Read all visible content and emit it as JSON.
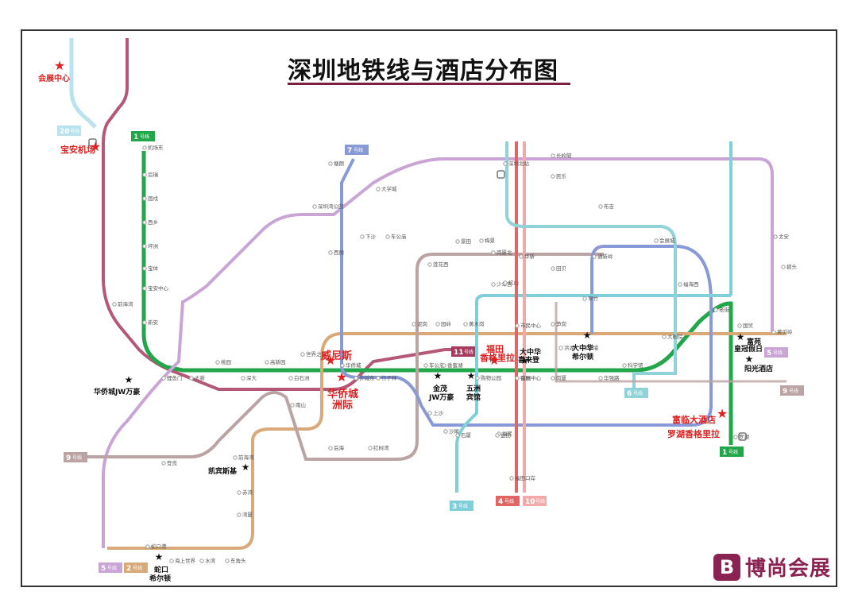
{
  "title": "深圳地铁线与酒店分布图",
  "logo": {
    "mark": "B",
    "text": "博尚会展"
  },
  "colors": {
    "line1": "#21a64a",
    "line2": "#d9a97a",
    "line3": "#7fcfdb",
    "line4": "#e06666",
    "line5": "#c9a5d6",
    "line6": "#8fd3d8",
    "line7": "#8899d8",
    "line9": "#bca3a3",
    "line10": "#f1a9a9",
    "line11": "#a83a5e",
    "line20": "#b8e2ee",
    "red": "#e02020"
  },
  "line_badges": [
    {
      "id": "b20",
      "number": "20",
      "label": "号线"
    },
    {
      "id": "b1top",
      "number": "1",
      "label": "号线"
    },
    {
      "id": "b7",
      "number": "7",
      "label": "号线"
    },
    {
      "id": "b11",
      "number": "11",
      "label": "号线"
    },
    {
      "id": "b6",
      "number": "6",
      "label": "号线"
    },
    {
      "id": "b5r",
      "number": "5",
      "label": "号线"
    },
    {
      "id": "b9r",
      "number": "9",
      "label": "号线"
    },
    {
      "id": "b1bot",
      "number": "1",
      "label": "号线"
    },
    {
      "id": "b9l",
      "number": "9",
      "label": "号线"
    },
    {
      "id": "b5l",
      "number": "5",
      "label": "号线"
    },
    {
      "id": "b2",
      "number": "2",
      "label": "号线"
    },
    {
      "id": "b3",
      "number": "3",
      "label": "号线"
    },
    {
      "id": "b4",
      "number": "4",
      "label": "号线"
    },
    {
      "id": "b10",
      "number": "10",
      "label": "号线"
    }
  ],
  "hotels": [
    {
      "id": "h-venue",
      "name": "会展中心",
      "color": "red"
    },
    {
      "id": "h-airport",
      "name": "宝安机场",
      "color": "red"
    },
    {
      "id": "h-venice",
      "name": "威尼斯",
      "color": "red"
    },
    {
      "id": "h-octcity",
      "name": "华侨城",
      "color": "red"
    },
    {
      "id": "h-octcity2",
      "name": "洲际",
      "color": "red"
    },
    {
      "id": "h-futian",
      "name": "福田",
      "color": "red"
    },
    {
      "id": "h-futian2",
      "name": "香格里拉",
      "color": "red"
    },
    {
      "id": "h-fulin",
      "name": "富临大酒店",
      "color": "red"
    },
    {
      "id": "h-luohu",
      "name": "罗湖香格里拉",
      "color": "red"
    },
    {
      "id": "h-jw",
      "name": "华侨城JW万豪",
      "color": "black"
    },
    {
      "id": "h-jinmao",
      "name": "金茂",
      "color": "black"
    },
    {
      "id": "h-jinmao2",
      "name": "JW万豪",
      "color": "black"
    },
    {
      "id": "h-wuzhou",
      "name": "五洲",
      "color": "black"
    },
    {
      "id": "h-wuzhou2",
      "name": "宾馆",
      "color": "black"
    },
    {
      "id": "h-dazhonghua",
      "name": "大中华",
      "color": "black"
    },
    {
      "id": "h-dazhonghua2",
      "name": "喜来登",
      "color": "black"
    },
    {
      "id": "h-dzh-hilton",
      "name": "大中华",
      "color": "black"
    },
    {
      "id": "h-dzh-hilton2",
      "name": "希尔顿",
      "color": "black"
    },
    {
      "id": "h-fuyuan",
      "name": "富苑",
      "color": "black"
    },
    {
      "id": "h-fuyuan2",
      "name": "皇冠假日",
      "color": "black"
    },
    {
      "id": "h-yangguang",
      "name": "阳光酒店",
      "color": "black"
    },
    {
      "id": "h-kempinski",
      "name": "凯宾斯基",
      "color": "black"
    },
    {
      "id": "h-shekou",
      "name": "蛇口",
      "color": "black"
    },
    {
      "id": "h-shekou2",
      "name": "希尔顿",
      "color": "black"
    }
  ],
  "stations": [
    {
      "id": "s1",
      "name": "机场东"
    },
    {
      "id": "s2",
      "name": "后瑞"
    },
    {
      "id": "s3",
      "name": "固戍"
    },
    {
      "id": "s4",
      "name": "西乡"
    },
    {
      "id": "s5",
      "name": "坪洲"
    },
    {
      "id": "s6",
      "name": "宝体"
    },
    {
      "id": "s7",
      "name": "宝安中心"
    },
    {
      "id": "s8",
      "name": "新安"
    },
    {
      "id": "s9",
      "name": "前海湾"
    },
    {
      "id": "s10",
      "name": "鲤鱼门"
    },
    {
      "id": "s11",
      "name": "大新"
    },
    {
      "id": "s12",
      "name": "桃园"
    },
    {
      "id": "s13",
      "name": "深大"
    },
    {
      "id": "s14",
      "name": "高新园"
    },
    {
      "id": "s15",
      "name": "白石洲"
    },
    {
      "id": "s16",
      "name": "世界之窗"
    },
    {
      "id": "s17",
      "name": "华侨城"
    },
    {
      "id": "s18",
      "name": "侨城东"
    },
    {
      "id": "s19",
      "name": "竹子林"
    },
    {
      "id": "s20",
      "name": "车公庙"
    },
    {
      "id": "s21",
      "name": "香蜜湖"
    },
    {
      "id": "s22",
      "name": "购物公园"
    },
    {
      "id": "s23",
      "name": "会展中心"
    },
    {
      "id": "s24",
      "name": "岗厦"
    },
    {
      "id": "s25",
      "name": "华强路"
    },
    {
      "id": "s26",
      "name": "科学馆"
    },
    {
      "id": "s27",
      "name": "大剧院"
    },
    {
      "id": "s28",
      "name": "老街"
    },
    {
      "id": "s29",
      "name": "国贸"
    },
    {
      "id": "s30",
      "name": "罗湖"
    },
    {
      "id": "s31",
      "name": "福田口岸"
    },
    {
      "id": "s32",
      "name": "福民"
    },
    {
      "id": "s33",
      "name": "少年宫"
    },
    {
      "id": "s34",
      "name": "市民中心"
    },
    {
      "id": "s35",
      "name": "福田"
    },
    {
      "id": "s36",
      "name": "上沙"
    },
    {
      "id": "s37",
      "name": "沙尾"
    },
    {
      "id": "s38",
      "name": "石厦"
    },
    {
      "id": "s39",
      "name": "益田"
    },
    {
      "id": "s40",
      "name": "红树湾"
    },
    {
      "id": "s41",
      "name": "后海"
    },
    {
      "id": "s42",
      "name": "南山"
    },
    {
      "id": "s43",
      "name": "前海湾"
    },
    {
      "id": "s44",
      "name": "蛇口港"
    },
    {
      "id": "s45",
      "name": "海上世界"
    },
    {
      "id": "s46",
      "name": "水湾"
    },
    {
      "id": "s47",
      "name": "东角头"
    },
    {
      "id": "s48",
      "name": "赤湾"
    },
    {
      "id": "s49",
      "name": "湾厦"
    },
    {
      "id": "s50",
      "name": "登良"
    },
    {
      "id": "s51",
      "name": "西丽"
    },
    {
      "id": "s52",
      "name": "大学城"
    },
    {
      "id": "s53",
      "name": "塘朗"
    },
    {
      "id": "s54",
      "name": "长岭陂"
    },
    {
      "id": "s55",
      "name": "深圳北站"
    },
    {
      "id": "s56",
      "name": "民乐"
    },
    {
      "id": "s57",
      "name": "布吉"
    },
    {
      "id": "s58",
      "name": "黄贝岭"
    },
    {
      "id": "s59",
      "name": "太安"
    },
    {
      "id": "s60",
      "name": "田贝"
    },
    {
      "id": "s61",
      "name": "翠竹"
    },
    {
      "id": "s62",
      "name": "通新岭"
    },
    {
      "id": "s63",
      "name": "华新"
    },
    {
      "id": "s64",
      "name": "岗厦北"
    },
    {
      "id": "s65",
      "name": "莲花西"
    },
    {
      "id": "s66",
      "name": "景田"
    },
    {
      "id": "s67",
      "name": "梅景"
    },
    {
      "id": "s68",
      "name": "红山"
    },
    {
      "id": "s69",
      "name": "深圳湾公园"
    },
    {
      "id": "s70",
      "name": "下沙"
    },
    {
      "id": "s71",
      "name": "车公庙"
    },
    {
      "id": "s72",
      "name": "泥岗"
    },
    {
      "id": "s73",
      "name": "园岭"
    },
    {
      "id": "s74",
      "name": "黄木岗"
    },
    {
      "id": "s75",
      "name": "笋岗"
    },
    {
      "id": "s76",
      "name": "洪湖"
    },
    {
      "id": "s77",
      "name": "草埔"
    },
    {
      "id": "s78",
      "name": "会展城"
    },
    {
      "id": "s79",
      "name": "福海西"
    },
    {
      "id": "s80",
      "name": "碧头"
    }
  ]
}
